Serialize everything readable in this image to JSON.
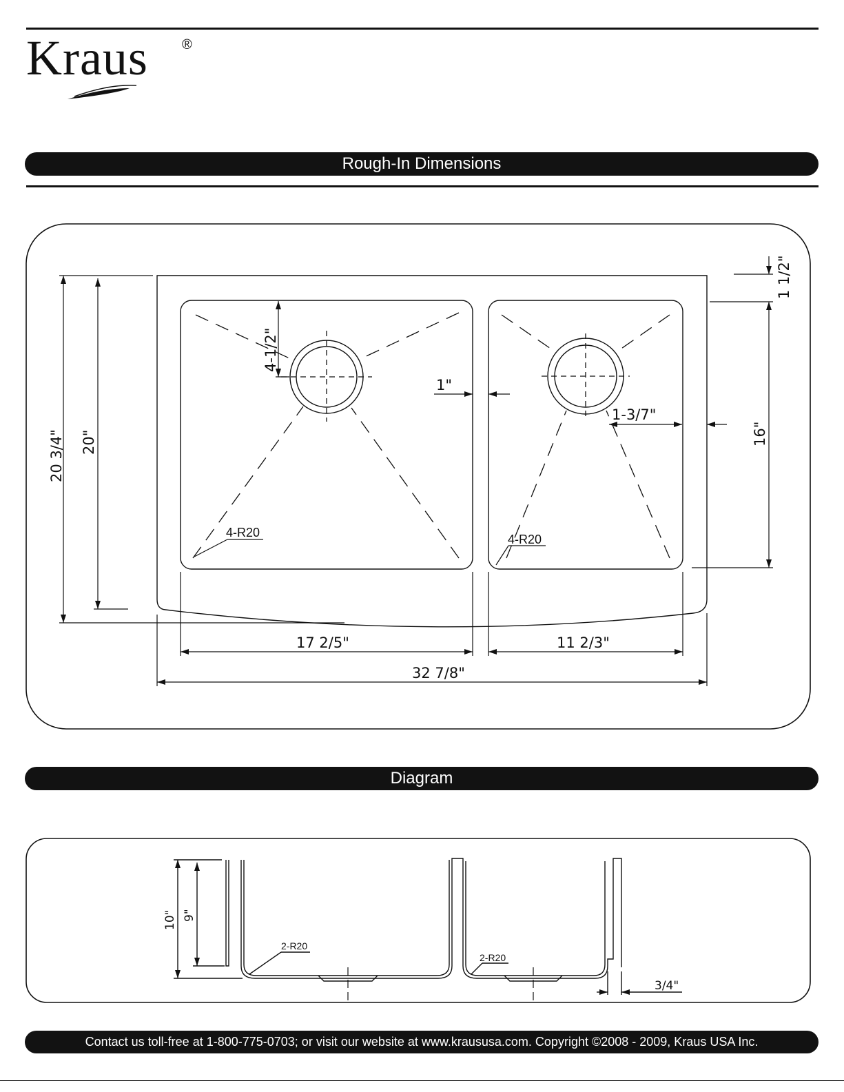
{
  "brand": {
    "name": "Kraus",
    "reg": "®"
  },
  "sections": {
    "rough_in": "Rough-In Dimensions",
    "diagram": "Diagram"
  },
  "rough_in": {
    "overall_depth": "20 3/4\"",
    "basin_depth": "20\"",
    "drain_offset": "4-1/2\"",
    "divider": "1\"",
    "right_offset": "1-3/7\"",
    "right_depth": "16\"",
    "back_ledge": "1 1/2\"",
    "left_radius": "4-R20",
    "right_radius": "4-R20",
    "left_width": "17 2/5\"",
    "right_width": "11 2/3\"",
    "overall_width": "32 7/8\""
  },
  "diagram": {
    "height_outer": "10\"",
    "height_inner": "9\"",
    "left_radius": "2-R20",
    "right_radius": "2-R20",
    "apron": "3/4\""
  },
  "footer": {
    "text": "Contact us toll-free at 1-800-775-0703; or visit our website at www.kraususa.com. Copyright ©2008 - 2009, Kraus USA Inc."
  }
}
